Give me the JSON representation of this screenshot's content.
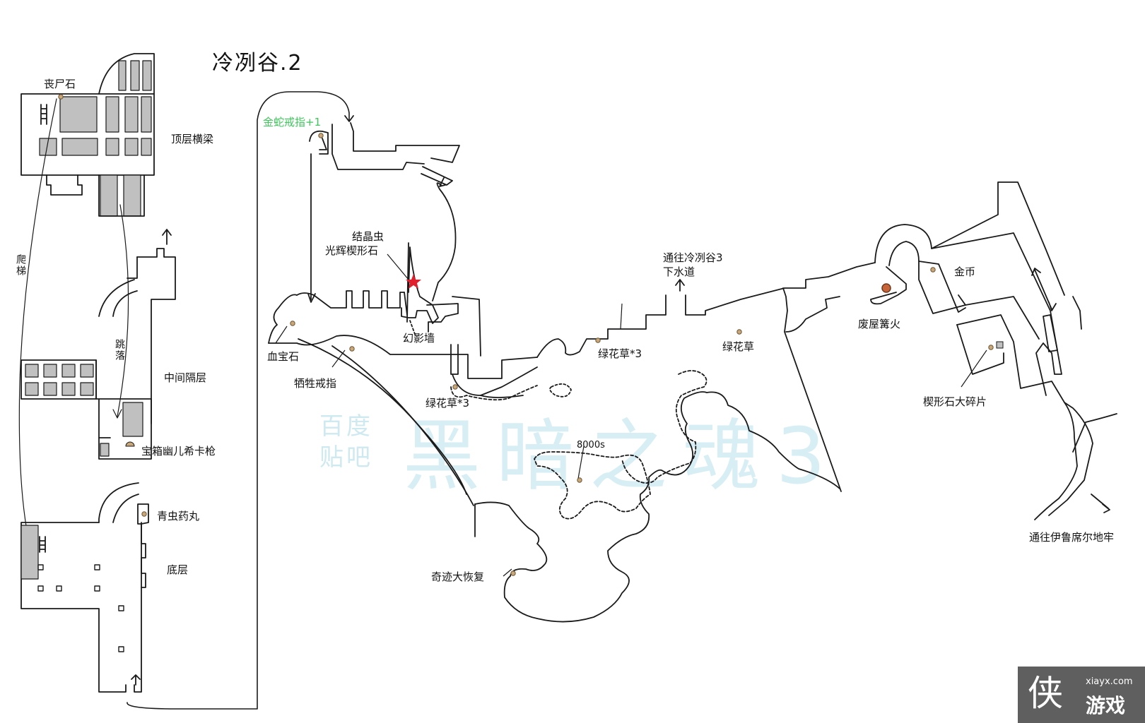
{
  "map": {
    "title": "冷冽谷.2",
    "watermark": {
      "forum_line1": "百度",
      "forum_line2": "贴吧",
      "game": "黑暗之魂3"
    },
    "labels": {
      "corpse_stone": "丧尸石",
      "top_beams": "顶层横梁",
      "climb_ladder": "爬梯",
      "jump_down": "跳落",
      "middle_floor": "中间隔层",
      "chest_estoc": "宝箱幽儿希卡枪",
      "green_pill": "青虫药丸",
      "ground_floor": "底层",
      "serpent_ring": "金蛇戒指+1",
      "crystal_lizard": "结晶虫",
      "twinkling_titanite": "光辉楔形石",
      "illusory_wall": "幻影墙",
      "blood_gem": "血宝石",
      "sacrifice_ring": "牺牲戒指",
      "green_blossom_3a": "绿花草*3",
      "green_blossom_3b": "绿花草*3",
      "green_blossom": "绿花草",
      "to_boreal_valley_3": "通往冷冽谷3",
      "sewer": "下水道",
      "souls_8000": "8000s",
      "great_heal": "奇迹大恢复",
      "bonfire": "废屋篝火",
      "gold_coin": "金币",
      "large_titanite_shard": "楔形石大碎片",
      "to_irithyll_dungeon": "通往伊鲁席尔地牢"
    },
    "colors": {
      "line": "#1a1a1a",
      "fill_gray": "#c0c0c0",
      "item_dot": "#c9a77a",
      "bonfire_dot": "#c8643a",
      "crystal_mark": "#e0202c",
      "highlight_text": "#3ec75a"
    }
  },
  "logo": {
    "glyph": "侠",
    "site": "xiayx.com",
    "brand": "游戏"
  }
}
